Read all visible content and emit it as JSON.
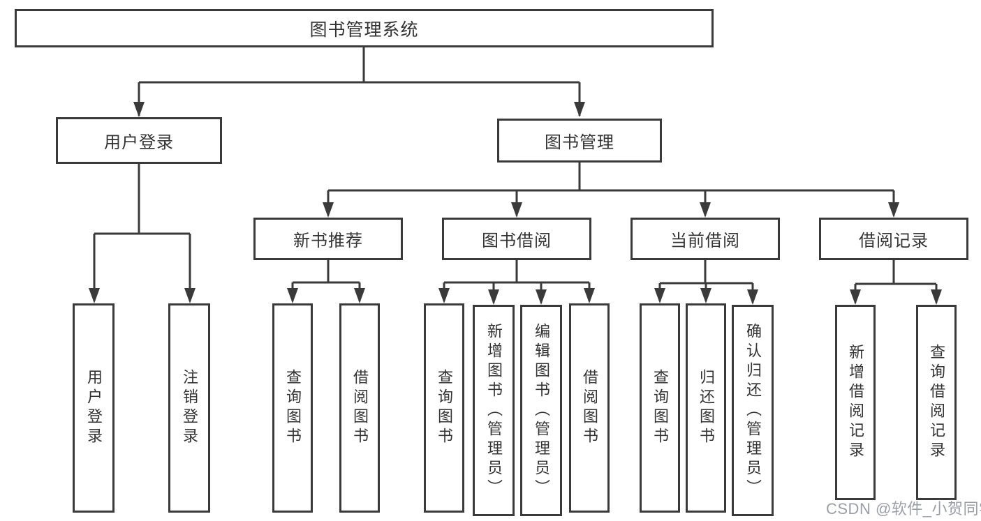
{
  "title": "图书管理系统",
  "level1": [
    {
      "label": "用户登录"
    },
    {
      "label": "图书管理"
    }
  ],
  "level2": [
    {
      "label": "新书推荐"
    },
    {
      "label": "图书借阅"
    },
    {
      "label": "当前借阅"
    },
    {
      "label": "借阅记录"
    }
  ],
  "leaves": {
    "user_login": [
      {
        "label": "用户登录"
      },
      {
        "label": "注销登录"
      }
    ],
    "new_book": [
      {
        "label": "查询图书"
      },
      {
        "label": "借阅图书"
      }
    ],
    "book_borrow": [
      {
        "label": "查询图书"
      },
      {
        "label": "新增图书（管理员）"
      },
      {
        "label": "编辑图书（管理员）"
      },
      {
        "label": "借阅图书"
      }
    ],
    "current_borrow": [
      {
        "label": "查询图书"
      },
      {
        "label": "归还图书"
      },
      {
        "label": "确认归还（管理员）"
      }
    ],
    "borrow_records": [
      {
        "label": "新增借阅记录"
      },
      {
        "label": "查询借阅记录"
      }
    ]
  },
  "watermark": "CSDN @软件_小贺同学",
  "colors": {
    "line": "#3a3a3a",
    "box_border": "#3a3a3a",
    "box_background": "#ffffff",
    "text": "#333333",
    "watermark": "#94969e"
  }
}
